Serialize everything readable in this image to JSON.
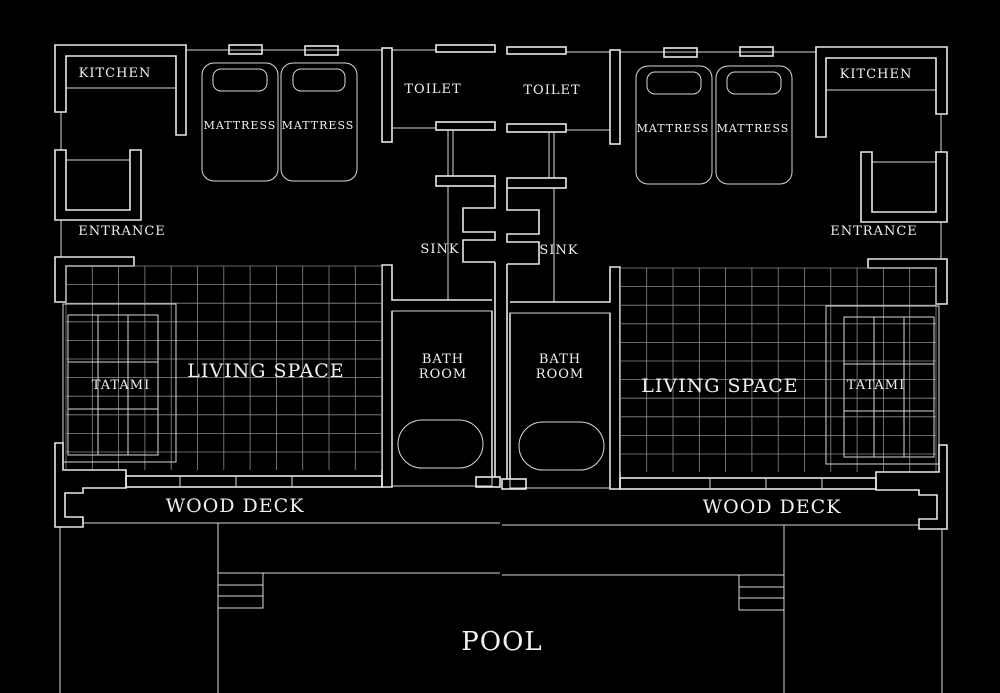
{
  "colors": {
    "background": "#000000",
    "lines": "#e8e8e8"
  },
  "labels": {
    "kitchen_left": "KITCHEN",
    "kitchen_right": "KITCHEN",
    "mattress": "MATTRESS",
    "toilet_left": "TOILET",
    "toilet_right": "TOILET",
    "entrance_left": "ENTRANCE",
    "entrance_right": "ENTRANCE",
    "sink_left": "SINK",
    "sink_right": "SINK",
    "living_left": "LIVING SPACE",
    "living_right": "LIVING SPACE",
    "tatami_left": "TATAMI",
    "tatami_right": "TATAMI",
    "bath_line1": "BATH",
    "bath_line2": "ROOM",
    "deck_left": "WOOD DECK",
    "deck_right": "WOOD DECK",
    "pool": "POOL"
  }
}
